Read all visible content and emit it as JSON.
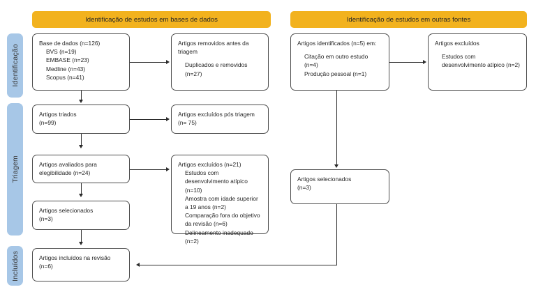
{
  "diagram": {
    "title": "Fluxograma PRISMA",
    "colors": {
      "banner": "#f2b21e",
      "stage_label": "#a7c7e7",
      "box_border": "#4c4c4c",
      "connector": "#2b2b2b",
      "background": "#ffffff"
    }
  },
  "banners": [
    {
      "id": "databases",
      "label": "Identificação de estudos em bases de dados"
    },
    {
      "id": "other-sources",
      "label": "Identificação de estudos em outras fontes"
    }
  ],
  "stages": [
    {
      "id": "identificacao",
      "label": "Identificação"
    },
    {
      "id": "triagem",
      "label": "Triagem"
    },
    {
      "id": "incluidos",
      "label": "Incluídos"
    }
  ],
  "boxes": {
    "databases_identified": {
      "lines": [
        {
          "text": "Base de dados (n=126)",
          "indent": false
        },
        {
          "text": "BVS (n=19)",
          "indent": true
        },
        {
          "text": "EMBASE (n=23)",
          "indent": true
        },
        {
          "text": "Medline (n=43)",
          "indent": true
        },
        {
          "text": "Scopus (n=41)",
          "indent": true
        }
      ]
    },
    "records_removed": {
      "lines": [
        {
          "text": "Artigos removidos antes da triagem",
          "indent": false
        },
        {
          "text": "",
          "indent": false,
          "spacer": true
        },
        {
          "text": "Duplicados e removidos (n=27)",
          "indent": true
        }
      ]
    },
    "records_screened": {
      "lines": [
        {
          "text": "Artigos triados",
          "indent": false
        },
        {
          "text": "(n=99)",
          "indent": false
        }
      ]
    },
    "records_excluded_screening": {
      "lines": [
        {
          "text": "Artigos excluídos pós triagem",
          "indent": false
        },
        {
          "text": "(n= 75)",
          "indent": false
        }
      ]
    },
    "reports_assessed": {
      "lines": [
        {
          "text": "Artigos avaliados para elegibilidade (n=24)",
          "indent": false
        }
      ]
    },
    "reports_excluded": {
      "lines": [
        {
          "text": "Artigos excluídos (n=21)",
          "indent": false
        },
        {
          "text": "Estudos com desenvolvimento atípico (n=10)",
          "indent": true
        },
        {
          "text": "Amostra com idade superior a 19 anos (n=2)",
          "indent": true
        },
        {
          "text": "Comparação fora do objetivo da revisão (n=6)",
          "indent": true
        },
        {
          "text": "Delineamento inadequado (n=2)",
          "indent": true
        }
      ]
    },
    "studies_selected_db": {
      "lines": [
        {
          "text": "Artigos selecionados",
          "indent": false
        },
        {
          "text": "(n=3)",
          "indent": false
        }
      ]
    },
    "included_review": {
      "lines": [
        {
          "text": "Artigos incluídos na revisão",
          "indent": false
        },
        {
          "text": "(n=6)",
          "indent": false
        }
      ]
    },
    "other_identified": {
      "lines": [
        {
          "text": "Artigos identificados (n=5) em:",
          "indent": false
        },
        {
          "text": "",
          "indent": false,
          "spacer": true
        },
        {
          "text": "Citação em outro estudo (n=4)",
          "indent": true
        },
        {
          "text": "Produção pessoal (n=1)",
          "indent": true
        }
      ]
    },
    "other_excluded": {
      "lines": [
        {
          "text": "Artigos excluídos",
          "indent": false
        },
        {
          "text": "",
          "indent": false,
          "spacer": true
        },
        {
          "text": "Estudos com desenvolvimento atípico (n=2)",
          "indent": true
        }
      ]
    },
    "other_selected": {
      "lines": [
        {
          "text": "Artigos selecionados",
          "indent": false
        },
        {
          "text": "(n=3)",
          "indent": false
        }
      ]
    }
  }
}
